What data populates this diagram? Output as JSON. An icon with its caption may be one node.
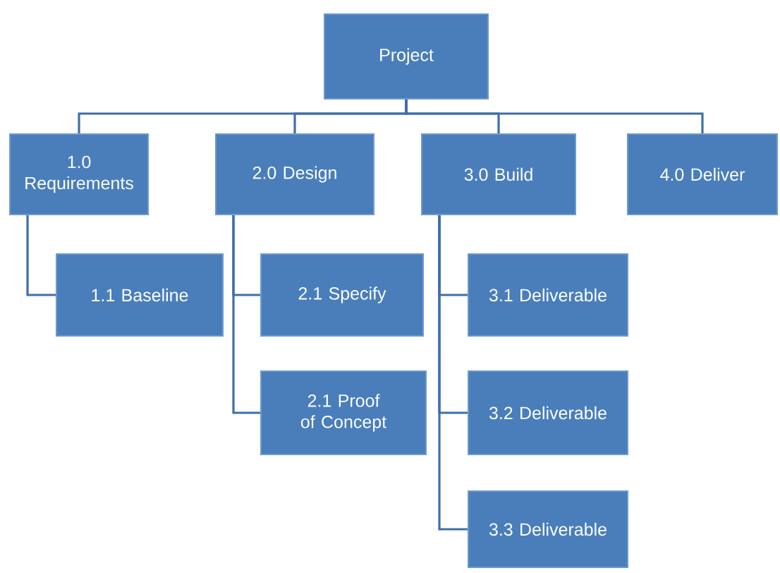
{
  "diagram": {
    "nodes": [
      {
        "text": [
          "Project"
        ]
      },
      {
        "text": [
          "1.0 Requirements"
        ]
      },
      {
        "text": [
          "2.0 Design"
        ]
      },
      {
        "text": [
          "3.0 Build"
        ]
      },
      {
        "text": [
          "4.0 Deliver"
        ]
      },
      {
        "text": [
          "1.1 Baseline"
        ]
      },
      {
        "text": [
          "2.1 Specify"
        ]
      },
      {
        "text": [
          "2.1 Proof of Concept"
        ]
      },
      {
        "text": [
          "3.1 Deliverable"
        ]
      },
      {
        "text": [
          "3.2 Deliverable"
        ]
      },
      {
        "text": [
          "3.3 Deliverable"
        ]
      }
    ],
    "edges": [
      {
        "from": 0,
        "to": 1,
        "arrow": "none"
      },
      {
        "from": 0,
        "to": 2,
        "arrow": "none"
      },
      {
        "from": 0,
        "to": 3,
        "arrow": "none"
      },
      {
        "from": 0,
        "to": 4,
        "arrow": "none"
      },
      {
        "from": 1,
        "to": 5,
        "arrow": "none"
      },
      {
        "from": 2,
        "to": 6,
        "arrow": "none"
      },
      {
        "from": 2,
        "to": 7,
        "arrow": "none"
      },
      {
        "from": 3,
        "to": 8,
        "arrow": "none"
      },
      {
        "from": 3,
        "to": 9,
        "arrow": "none"
      },
      {
        "from": 3,
        "to": 10,
        "arrow": "none"
      }
    ]
  }
}
